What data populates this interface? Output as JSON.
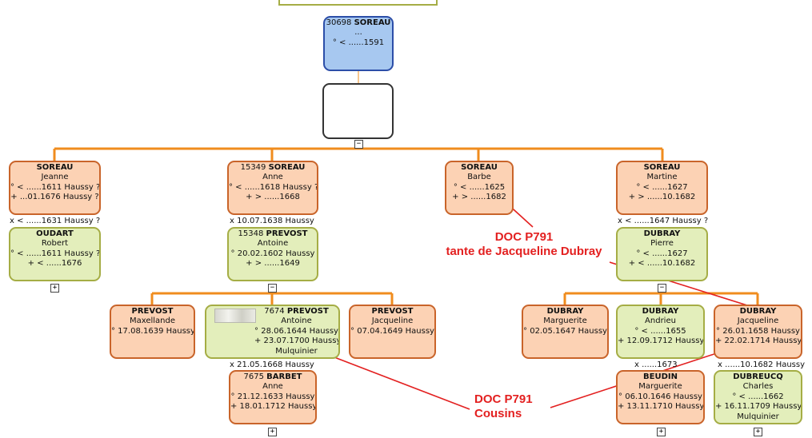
{
  "root": {
    "id": "30698",
    "surname": "SOREAU",
    "line1": "...",
    "line2": "° < ......1591"
  },
  "spouse_box": {
    "label": ""
  },
  "siblings": [
    {
      "surname": "SOREAU",
      "given": "Jeanne",
      "line1": "° < ......1611 Haussy ?",
      "line2": "+ ...01.1676 Haussy ?",
      "marriage": "x < ......1631 Haussy ?",
      "spouse": {
        "surname": "OUDART",
        "given": "Robert",
        "line1": "° < ......1611 Haussy ?",
        "line2": "+ < ......1676"
      }
    },
    {
      "id": "15349",
      "surname": "SOREAU",
      "given": "Anne",
      "line1": "° < ......1618 Haussy ?",
      "line2": "+ > ......1668",
      "marriage": "x 10.07.1638 Haussy",
      "spouse": {
        "id": "15348",
        "surname": "PREVOST",
        "given": "Antoine",
        "line1": "° 20.02.1602 Haussy",
        "line2": "+ > ......1649"
      }
    },
    {
      "surname": "SOREAU",
      "given": "Barbe",
      "line1": "° < ......1625",
      "line2": "+ > ......1682"
    },
    {
      "surname": "SOREAU",
      "given": "Martine",
      "line1": "° < ......1627",
      "line2": "+ > ......10.1682",
      "marriage": "x < ......1647 Haussy ?",
      "spouse": {
        "surname": "DUBRAY",
        "given": "Pierre",
        "line1": "° < ......1627",
        "line2": "+ < ......10.1682"
      }
    }
  ],
  "prevost_children": [
    {
      "surname": "PREVOST",
      "given": "Maxellande",
      "line1": "° 17.08.1639 Haussy"
    },
    {
      "id": "7674",
      "surname": "PREVOST",
      "given": "Antoine",
      "line1": "° 28.06.1644 Haussy",
      "line2": "+ 23.07.1700 Haussy",
      "line3": "Mulquinier"
    },
    {
      "surname": "PREVOST",
      "given": "Jacqueline",
      "line1": "° 07.04.1649 Haussy"
    }
  ],
  "antoine_marriage": "x 21.05.1668 Haussy",
  "antoine_spouse": {
    "id": "7675",
    "surname": "BARBET",
    "given": "Anne",
    "line1": "° 21.12.1633 Haussy",
    "line2": "+ 18.01.1712 Haussy"
  },
  "dubray_children": [
    {
      "surname": "DUBRAY",
      "given": "Marguerite",
      "line1": "° 02.05.1647 Haussy"
    },
    {
      "surname": "DUBRAY",
      "given": "Andrieu",
      "line1": "° < ......1655",
      "line2": "+ 12.09.1712 Haussy",
      "marriage": "x ......1673",
      "spouse": {
        "surname": "BEUDIN",
        "given": "Marguerite",
        "line1": "° 06.10.1646 Haussy",
        "line2": "+ 13.11.1710 Haussy"
      }
    },
    {
      "surname": "DUBRAY",
      "given": "Jacqueline",
      "line1": "° 26.01.1658 Haussy",
      "line2": "+ 22.02.1714 Haussy",
      "marriage": "x ......10.1682 Haussy",
      "spouse": {
        "surname": "DUBREUCQ",
        "given": "Charles",
        "line1": "° < ......1662",
        "line2": "+ 16.11.1709 Haussy",
        "line3": "Mulquinier"
      }
    }
  ],
  "toggles": {
    "minus": "−",
    "plus": "+"
  },
  "annotations": {
    "aunt_line1": "DOC P791",
    "aunt_line2": "tante de Jacqueline Dubray",
    "cousins_line1": "DOC P791",
    "cousins_line2": "Cousins"
  },
  "colors": {
    "connector": "#f08c1e",
    "annotation": "#e32020",
    "female": "#fcd2b4",
    "male": "#e3eebb",
    "root": "#a7c8f0"
  }
}
